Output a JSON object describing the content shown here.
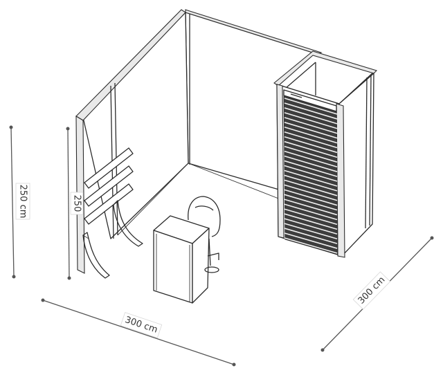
{
  "dimensions": {
    "width_label": "300 cm",
    "depth_label": "300 cm",
    "height_label": "250 cm",
    "wall_height_label": "250"
  },
  "colors": {
    "line": "#2b2b2b",
    "dimension": "#555555",
    "shutter": "#3d3d3d"
  }
}
